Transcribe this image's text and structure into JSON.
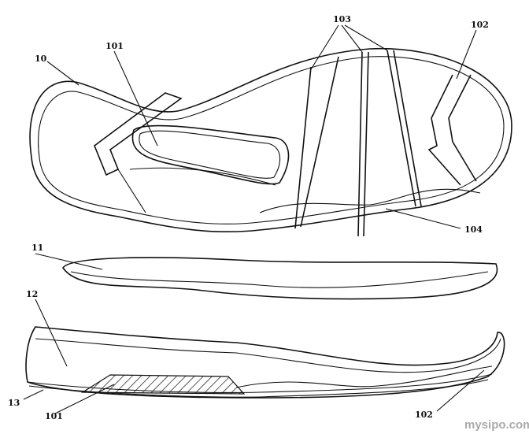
{
  "labels": {
    "top_sole": "10",
    "insole": "11",
    "midsole": "12",
    "outsole": "13",
    "insert_top": "101",
    "insert_side": "101",
    "heel_top": "102",
    "heel_side": "102",
    "ribs": "103",
    "groove": "104"
  },
  "watermark": "mysipo.com"
}
